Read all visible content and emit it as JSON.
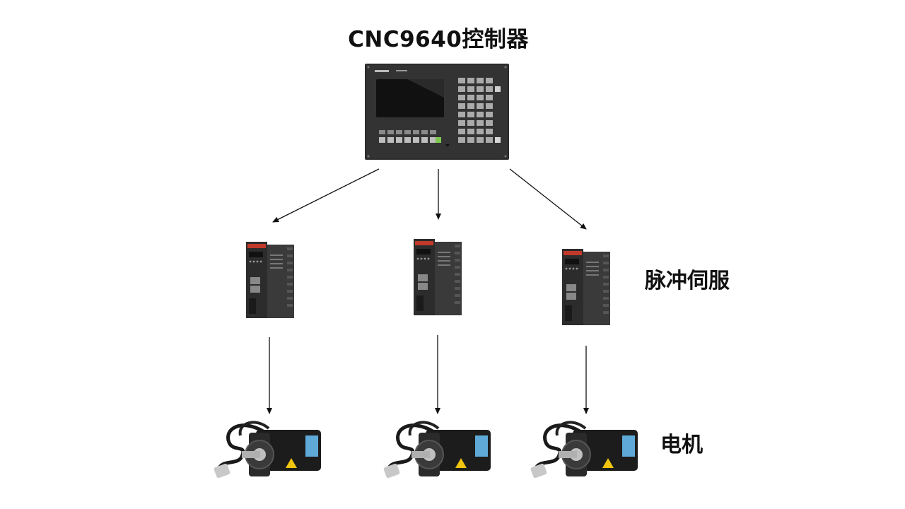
{
  "diagram": {
    "title": "CNC9640控制器",
    "layer_labels": {
      "servo": "脉冲伺服",
      "motor": "电机"
    }
  }
}
